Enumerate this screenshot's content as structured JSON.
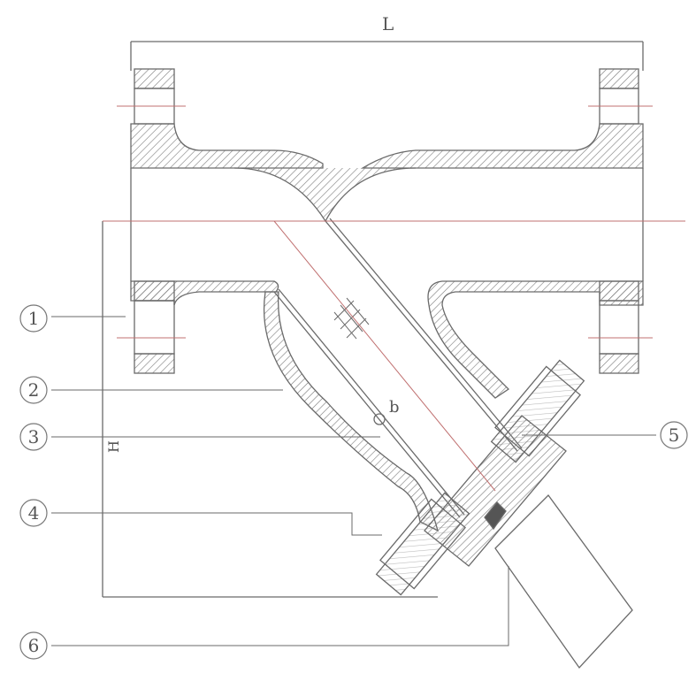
{
  "drawing": {
    "dimensions": {
      "length": "L",
      "height": "H",
      "mesh": "b"
    },
    "callouts": [
      {
        "number": "1"
      },
      {
        "number": "2"
      },
      {
        "number": "3"
      },
      {
        "number": "4"
      },
      {
        "number": "5"
      },
      {
        "number": "6"
      }
    ],
    "colors": {
      "line": "#6a6a6a",
      "centerline": "#c07070",
      "hatch": "#7a7a7a"
    }
  }
}
